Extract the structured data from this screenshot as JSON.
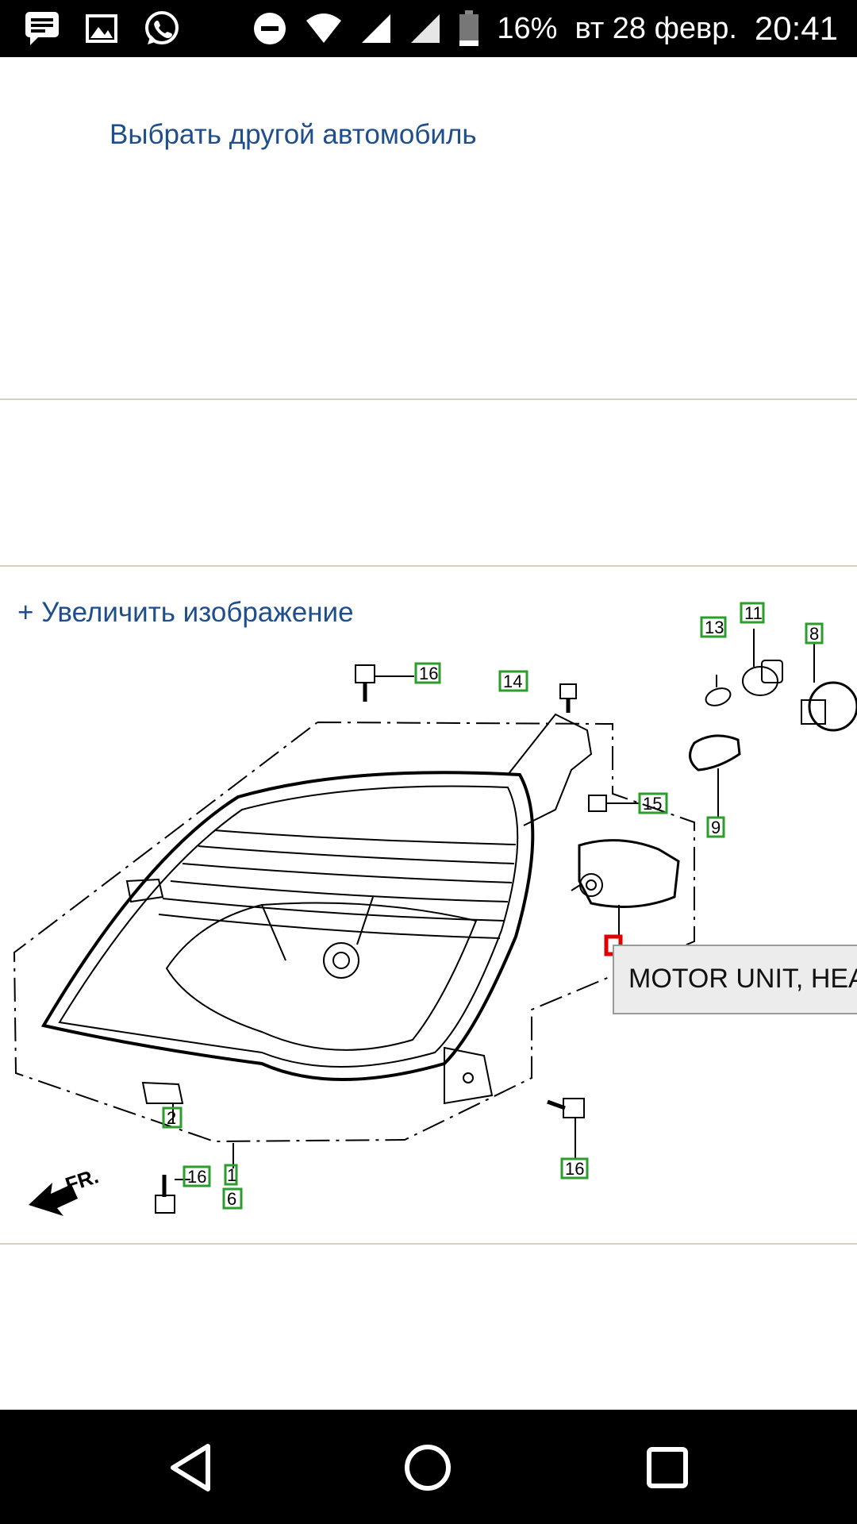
{
  "status_bar": {
    "battery": "16%",
    "date": "вт 28 февр.",
    "time": "20:41",
    "icons": [
      "message-icon",
      "gallery-icon",
      "whatsapp-icon",
      "dnd-icon",
      "wifi-icon",
      "signal-icon",
      "signal2-icon",
      "battery-icon"
    ]
  },
  "page": {
    "choose_car_link": "Выбрать другой автомобиль",
    "zoom_link": "+ Увеличить изображение"
  },
  "diagram": {
    "callouts": [
      {
        "id": "callout-16-top",
        "label": "16"
      },
      {
        "id": "callout-14",
        "label": "14"
      },
      {
        "id": "callout-13",
        "label": "13"
      },
      {
        "id": "callout-11",
        "label": "11"
      },
      {
        "id": "callout-8",
        "label": "8"
      },
      {
        "id": "callout-15",
        "label": "15"
      },
      {
        "id": "callout-9",
        "label": "9"
      },
      {
        "id": "callout-2",
        "label": "2"
      },
      {
        "id": "callout-16-bottom-left",
        "label": "16"
      },
      {
        "id": "callout-1",
        "label": "1"
      },
      {
        "id": "callout-6",
        "label": "6"
      },
      {
        "id": "callout-16-bottom-right",
        "label": "16"
      }
    ],
    "direction_label": "FR.",
    "tooltip": "MOTOR UNIT, HEA",
    "callout_color": "#2a9d2a",
    "selected_color": "#e00000"
  },
  "nav_bar": {
    "buttons": [
      "back-icon",
      "home-icon",
      "recents-icon"
    ]
  }
}
